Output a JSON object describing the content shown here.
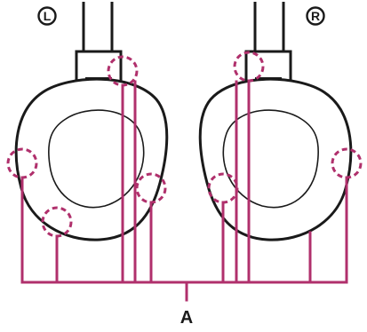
{
  "diagram": {
    "badges": {
      "left": "L",
      "right": "R"
    },
    "callout_label": "A",
    "colors": {
      "outline": "#1a1a1a",
      "highlight": "#b0306c",
      "cushion_fill": "#ffffff",
      "background": "#ffffff"
    }
  }
}
